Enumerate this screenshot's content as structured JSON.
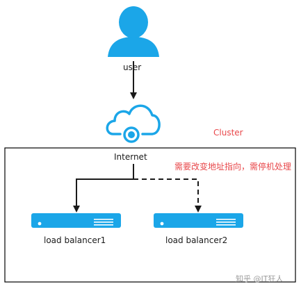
{
  "labels": {
    "user": "user",
    "internet": "Internet",
    "cluster": "Cluster",
    "note": "需要改变地址指向，需停机处理",
    "lb1": "load balancer1",
    "lb2": "load balancer2",
    "watermark": "知乎 @IT狂人"
  },
  "colors": {
    "icon": "#1ba6e8",
    "annotation": "#e8474a",
    "line": "#1a1a1a",
    "border": "#000000"
  },
  "icons": [
    "user-icon",
    "cloud-icon",
    "server-icon"
  ],
  "links": [
    {
      "from": "user",
      "to": "internet",
      "style": "solid"
    },
    {
      "from": "internet",
      "to": "load balancer1",
      "style": "solid"
    },
    {
      "from": "internet",
      "to": "load balancer2",
      "style": "dashed"
    }
  ]
}
